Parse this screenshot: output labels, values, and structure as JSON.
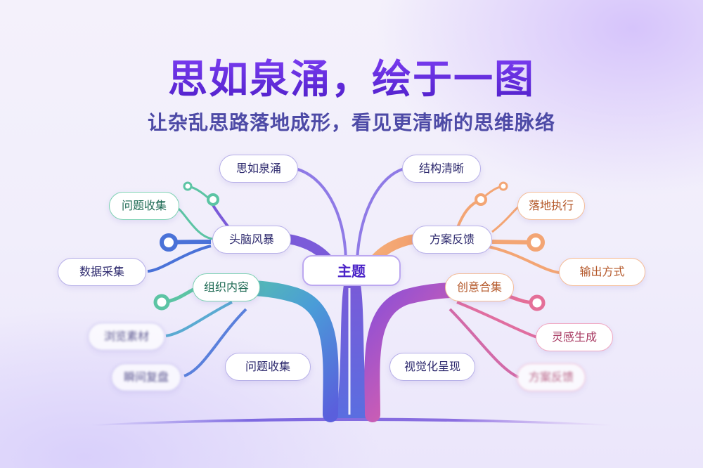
{
  "header": {
    "title": "思如泉涌，绘于一图",
    "subtitle": "让杂乱思路落地成形，看见更清晰的思维脉络"
  },
  "mindmap": {
    "root": "主题",
    "left": {
      "top_node": "思如泉涌",
      "problem_collect": "问题收集",
      "brainstorm": "头脑风暴",
      "data_collect": "数据采集",
      "organize": "组织内容",
      "browse": "浏览素材",
      "recall": "瞬间复盘",
      "bottom_node": "问题收集"
    },
    "right": {
      "top_node": "结构清晰",
      "landing": "落地执行",
      "feedback": "方案反馈",
      "output": "输出方式",
      "creative": "创意合集",
      "inspiration": "灵感生成",
      "plan_feedback": "方案反馈",
      "visual": "视觉化呈现"
    }
  },
  "colors": {
    "title": "#5a28d6",
    "purple": "#7a5ad8",
    "blue": "#3f6fd8",
    "green": "#58c7a7",
    "orange": "#f3a574",
    "pink": "#e46f98"
  }
}
